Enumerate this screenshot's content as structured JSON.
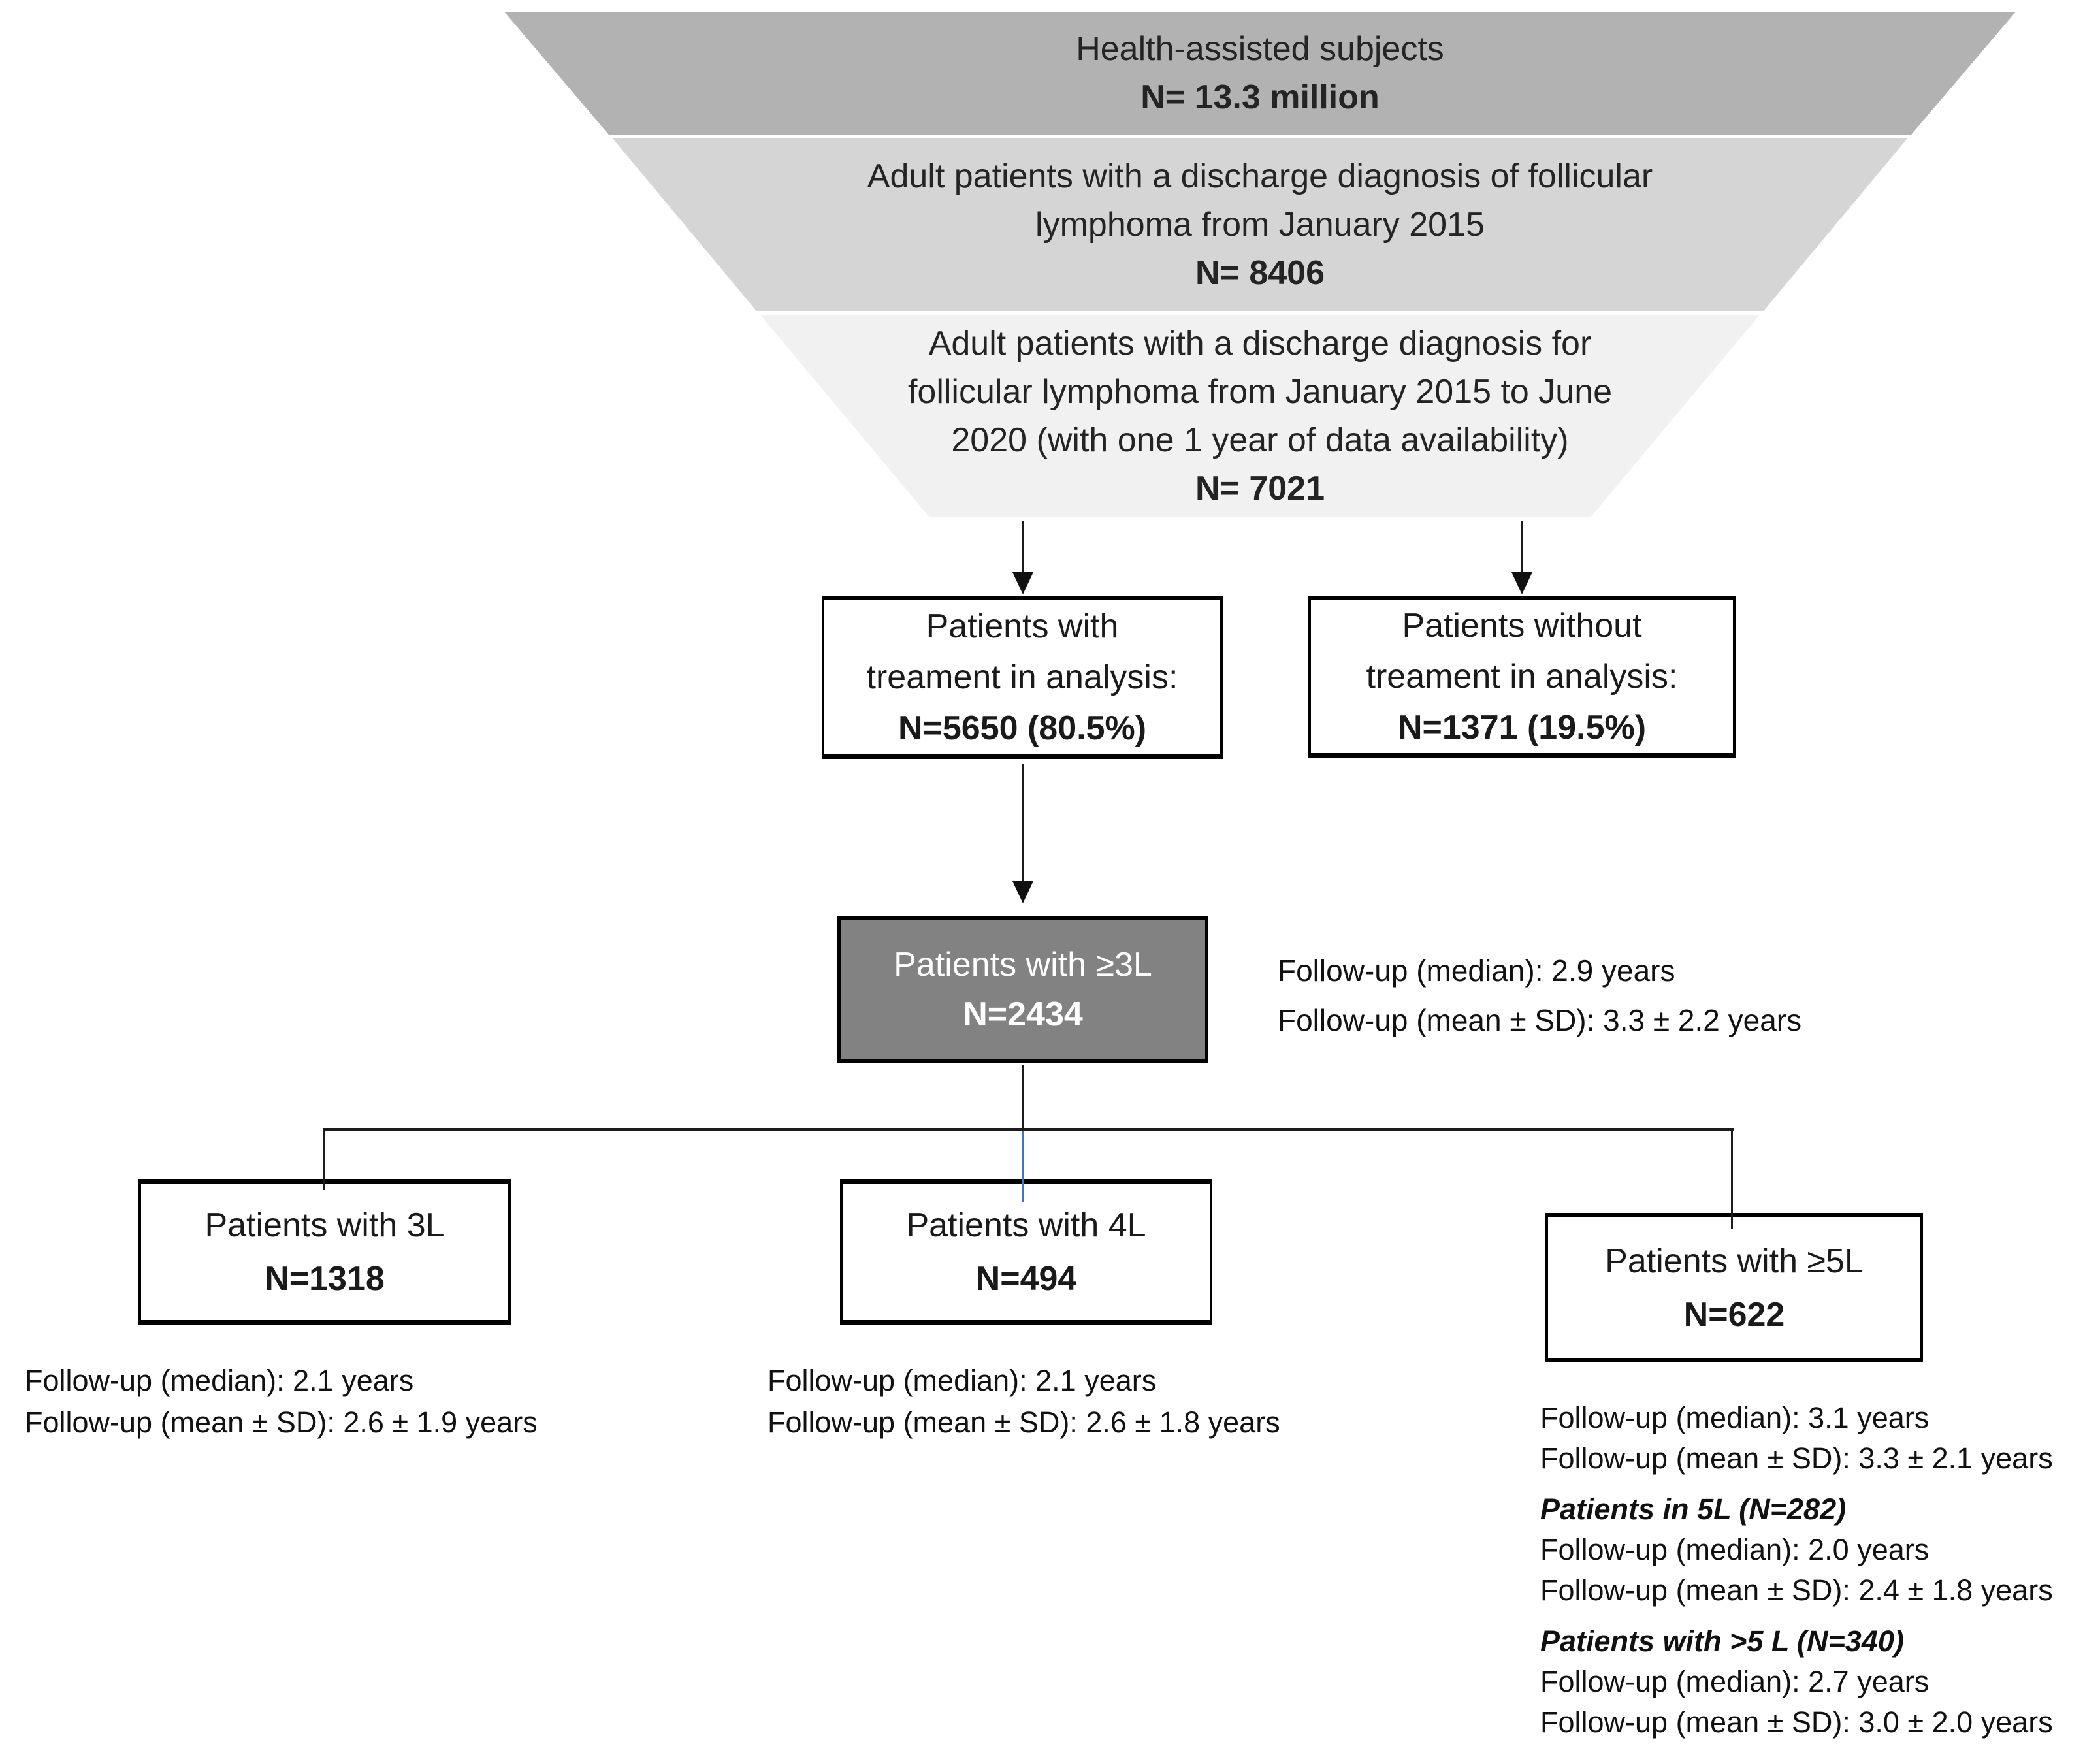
{
  "funnel": {
    "level1": {
      "color": "#b2b2b2",
      "text": "Health-assisted subjects",
      "n": "N= 13.3 million"
    },
    "level2": {
      "color": "#d5d5d5",
      "line1": "Adult patients with a discharge diagnosis of follicular",
      "line2": "lymphoma from January 2015",
      "n": "N= 8406"
    },
    "level3": {
      "color": "#f1f1f1",
      "line1": "Adult patients with a discharge diagnosis for",
      "line2": "follicular lymphoma from January 2015 to June",
      "line3": "2020 (with one 1 year of data availability)",
      "n": "N= 7021"
    }
  },
  "boxes": {
    "treated": {
      "line1": "Patients with",
      "line2": "treament in analysis:",
      "n": "N=5650 (80.5%)"
    },
    "untreated": {
      "line1": "Patients without",
      "line2": "treament in analysis:",
      "n": "N=1371 (19.5%)"
    },
    "l3plus": {
      "color": "#828282",
      "line1": "Patients with ≥3L",
      "n": "N=2434"
    },
    "l3": {
      "line1": "Patients with 3L",
      "n": "N=1318"
    },
    "l4": {
      "line1": "Patients with 4L",
      "n": "N=494"
    },
    "l5plus": {
      "line1": "Patients with ≥5L",
      "n": "N=622"
    }
  },
  "annotations": {
    "l3plus": {
      "line1": "Follow-up (median): 2.9 years",
      "line2": "Follow-up (mean ± SD): 3.3 ± 2.2 years"
    },
    "l3": {
      "line1": "Follow-up (median): 2.1 years",
      "line2": "Follow-up (mean ± SD): 2.6 ± 1.9 years"
    },
    "l4": {
      "line1": "Follow-up (median): 2.1 years",
      "line2": "Follow-up (mean ± SD): 2.6 ± 1.8 years"
    },
    "l5plus": {
      "line1": "Follow-up (median): 3.1 years",
      "line2": "Follow-up (mean ± SD): 3.3 ± 2.1 years",
      "sub5l": {
        "title": "Patients in 5L (N=282)",
        "line1": "Follow-up (median): 2.0 years",
        "line2": "Follow-up (mean ± SD): 2.4 ± 1.8 years"
      },
      "subgt5l": {
        "title": "Patients with >5 L (N=340)",
        "line1": "Follow-up (median): 2.7 years",
        "line2": "Follow-up (mean ± SD): 3.0 ± 2.0 years"
      }
    }
  },
  "colors": {
    "accent_blue": "#4472c4",
    "line_black": "#1c1c1c"
  }
}
